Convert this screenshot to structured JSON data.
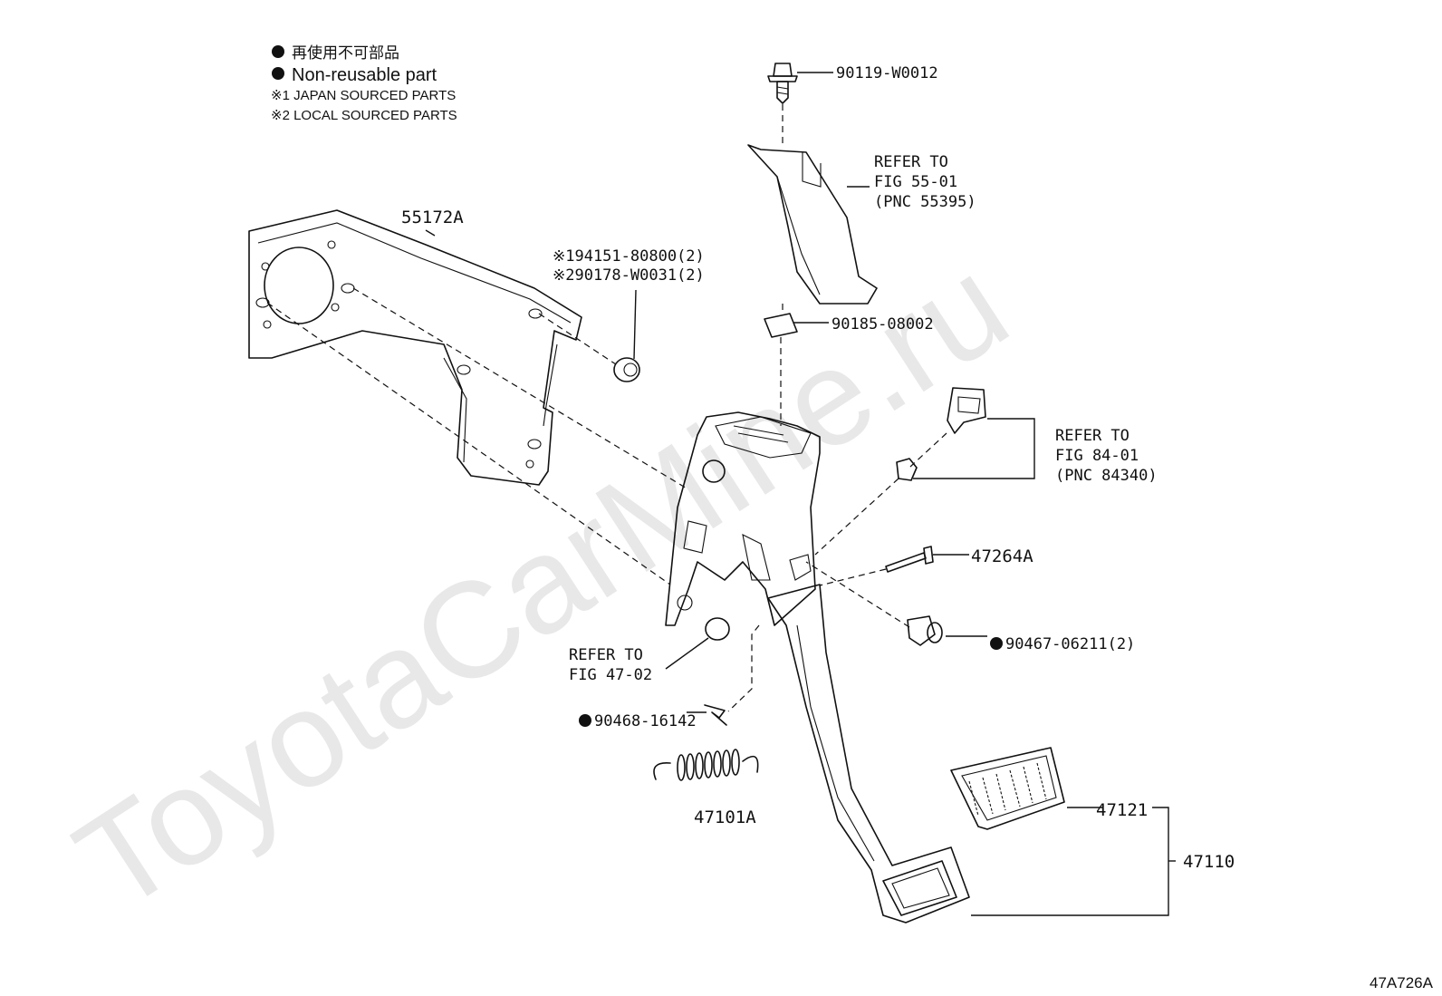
{
  "watermark": "ToyotaCarMine.ru",
  "legend": {
    "line1": "再使用不可部品",
    "line2": "Non-reusable part",
    "line3": "※1 JAPAN SOURCED PARTS",
    "line4": "※2 LOCAL SOURCED PARTS"
  },
  "labels": {
    "bolt_top": "90119-W0012",
    "refer_55_1": "REFER TO",
    "refer_55_2": "FIG 55-01",
    "refer_55_3": "(PNC 55395)",
    "bracket": "55172A",
    "nut_a": "※194151-80800(2)",
    "nut_b": "※290178-W0031(2)",
    "clip": "90185-08002",
    "refer_84_1": "REFER TO",
    "refer_84_2": "FIG 84-01",
    "refer_84_3": "(PNC 84340)",
    "pin": "47264A",
    "switch": "90467-06211(2)",
    "refer_47_1": "REFER TO",
    "refer_47_2": "FIG 47-02",
    "clip2": "90468-16142",
    "spring": "47101A",
    "pad": "47121",
    "pedal": "47110",
    "figure_code": "47A726A"
  }
}
